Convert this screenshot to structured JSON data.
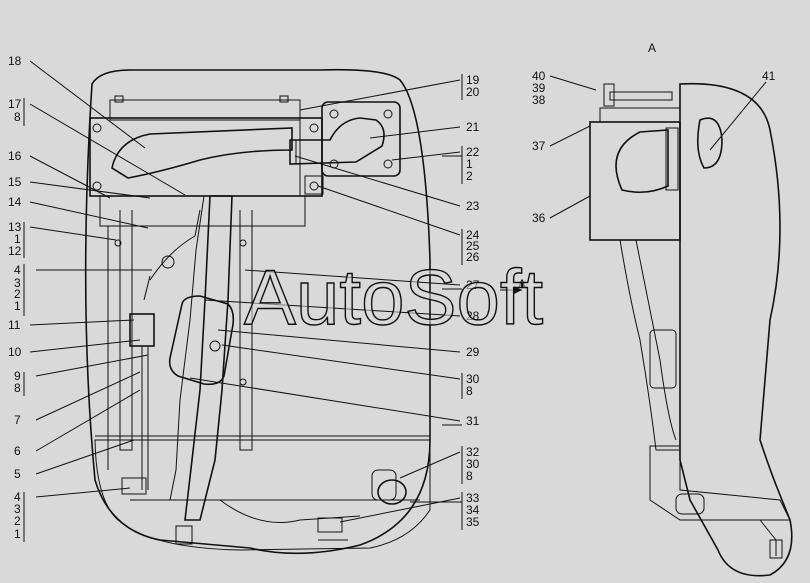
{
  "view_label": "A",
  "section_marker": "А",
  "watermark": "AutoSoft",
  "colors": {
    "background": "#d9d9d9",
    "ink": "#111111",
    "panel": "#e9e9e9"
  },
  "left_callouts": [
    "18",
    "17",
    "8",
    "16",
    "15",
    "14",
    "13",
    "1",
    "12",
    "4",
    "3",
    "2",
    "1",
    "11",
    "10",
    "9",
    "8",
    "7",
    "6",
    "5",
    "4",
    "3",
    "2",
    "1"
  ],
  "right_callouts": [
    "19",
    "20",
    "21",
    "22",
    "1",
    "2",
    "23",
    "24",
    "25",
    "26",
    "27",
    "28",
    "29",
    "30",
    "8",
    "31",
    "32",
    "30",
    "8",
    "33",
    "34",
    "35"
  ],
  "view_a_callouts": [
    "40",
    "39",
    "38",
    "37",
    "36",
    "41"
  ]
}
